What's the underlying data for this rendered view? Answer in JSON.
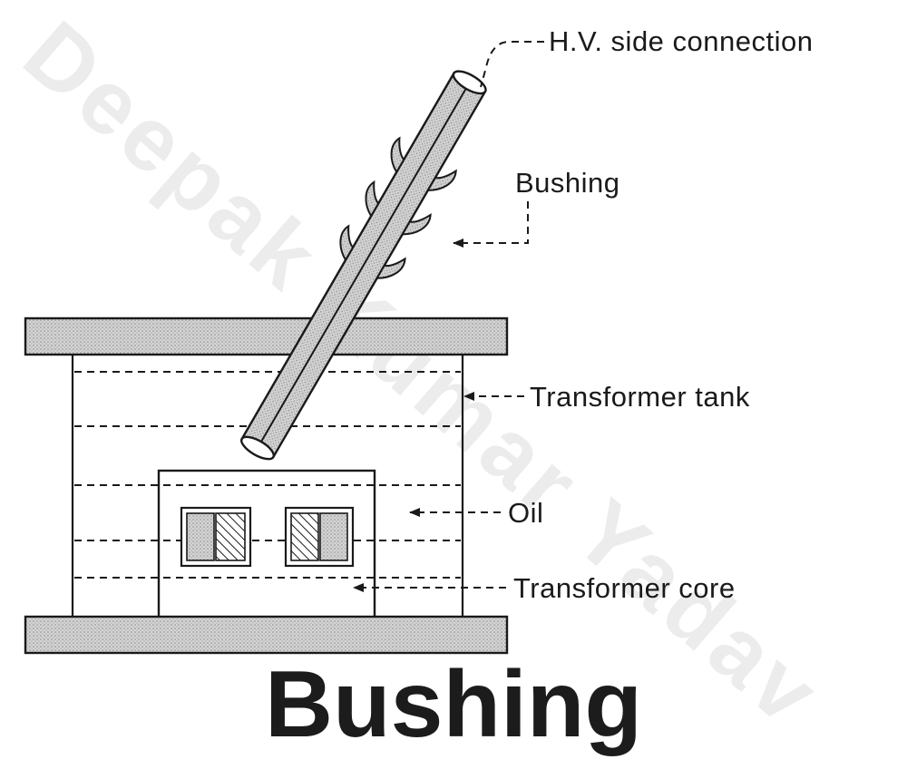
{
  "title": "Bushing",
  "watermark": "Deepak Kumar Yadav",
  "labels": {
    "hv_connection": "H.V. side connection",
    "bushing": "Bushing",
    "tank": "Transformer tank",
    "oil": "Oil",
    "core": "Transformer core"
  },
  "colors": {
    "ink": "#1a1a1a",
    "plate_fill": "#c9c9c9",
    "watermark": "#dddddd"
  }
}
